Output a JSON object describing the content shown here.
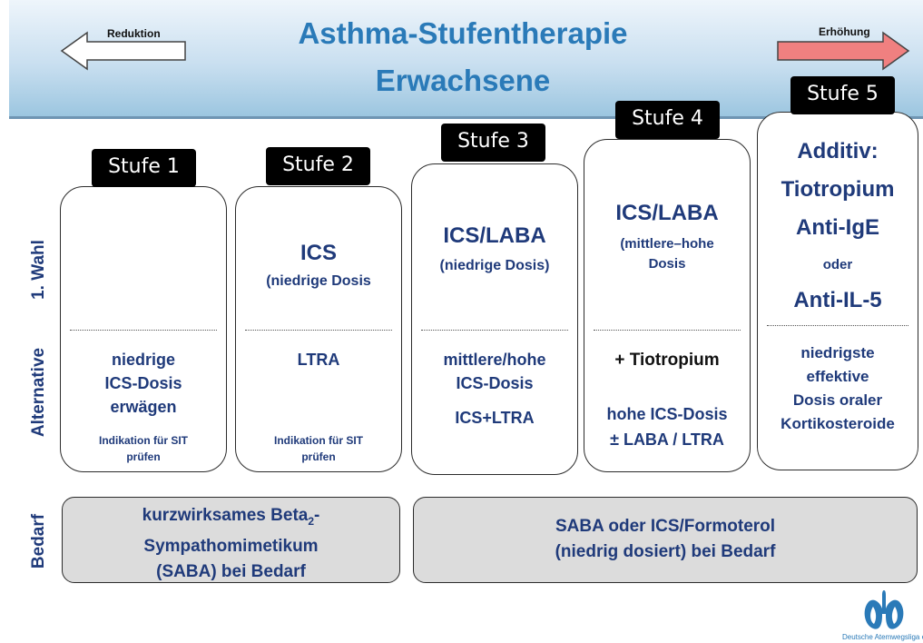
{
  "title": {
    "line1": "Asthma-Stufentherapie",
    "line2": "Erwachsene"
  },
  "arrows": {
    "left_label": "Reduktion",
    "right_label": "Erhöhung"
  },
  "row_labels": {
    "first": "1. Wahl",
    "alternative": "Alternative",
    "bedarf": "Bedarf"
  },
  "stages": [
    {
      "tab": "Stufe 1",
      "first_choice": [],
      "alternative": [
        "niedrige",
        "ICS-Dosis",
        "erwägen"
      ],
      "note": [
        "Indikation für SIT",
        "prüfen"
      ]
    },
    {
      "tab": "Stufe 2",
      "first_choice_main": "ICS",
      "first_choice_sub": "(niedrige Dosis",
      "alternative": [
        "LTRA"
      ],
      "note": [
        "Indikation für SIT",
        "prüfen"
      ]
    },
    {
      "tab": "Stufe 3",
      "first_choice_main": "ICS/LABA",
      "first_choice_sub": "(niedrige Dosis)",
      "alternative": [
        "mittlere/hohe",
        "ICS-Dosis"
      ],
      "alternative_extra": "ICS+LTRA"
    },
    {
      "tab": "Stufe 4",
      "first_choice_main": "ICS/LABA",
      "first_choice_sub": [
        "(mittlere–hohe",
        "Dosis"
      ],
      "alternative_main": "+ Tiotropium",
      "alternative": [
        "hohe ICS-Dosis",
        "± LABA / LTRA"
      ]
    },
    {
      "tab": "Stufe 5",
      "first_choice": [
        "Additiv:",
        "Tiotropium",
        "Anti-IgE"
      ],
      "first_choice_or": "oder",
      "first_choice_last": "Anti-IL-5",
      "alternative": [
        "niedrigste",
        "effektive",
        "Dosis oraler",
        "Kortikosteroide"
      ]
    }
  ],
  "bedarf": {
    "left_pre": "kurzwirksames Beta",
    "left_sub": "2",
    "left_post": "-",
    "left_lines": [
      "Sympathomimetikum",
      "(SABA) bei Bedarf"
    ],
    "right_lines": [
      "SABA oder ICS/Formoterol",
      "(niedrig dosiert) bei Bedarf"
    ]
  },
  "logo_text": "Deutsche Atemwegsliga e",
  "colors": {
    "title": "#2a7ab8",
    "dark_blue": "#1f3a7a",
    "right_arrow": "#f08080"
  }
}
